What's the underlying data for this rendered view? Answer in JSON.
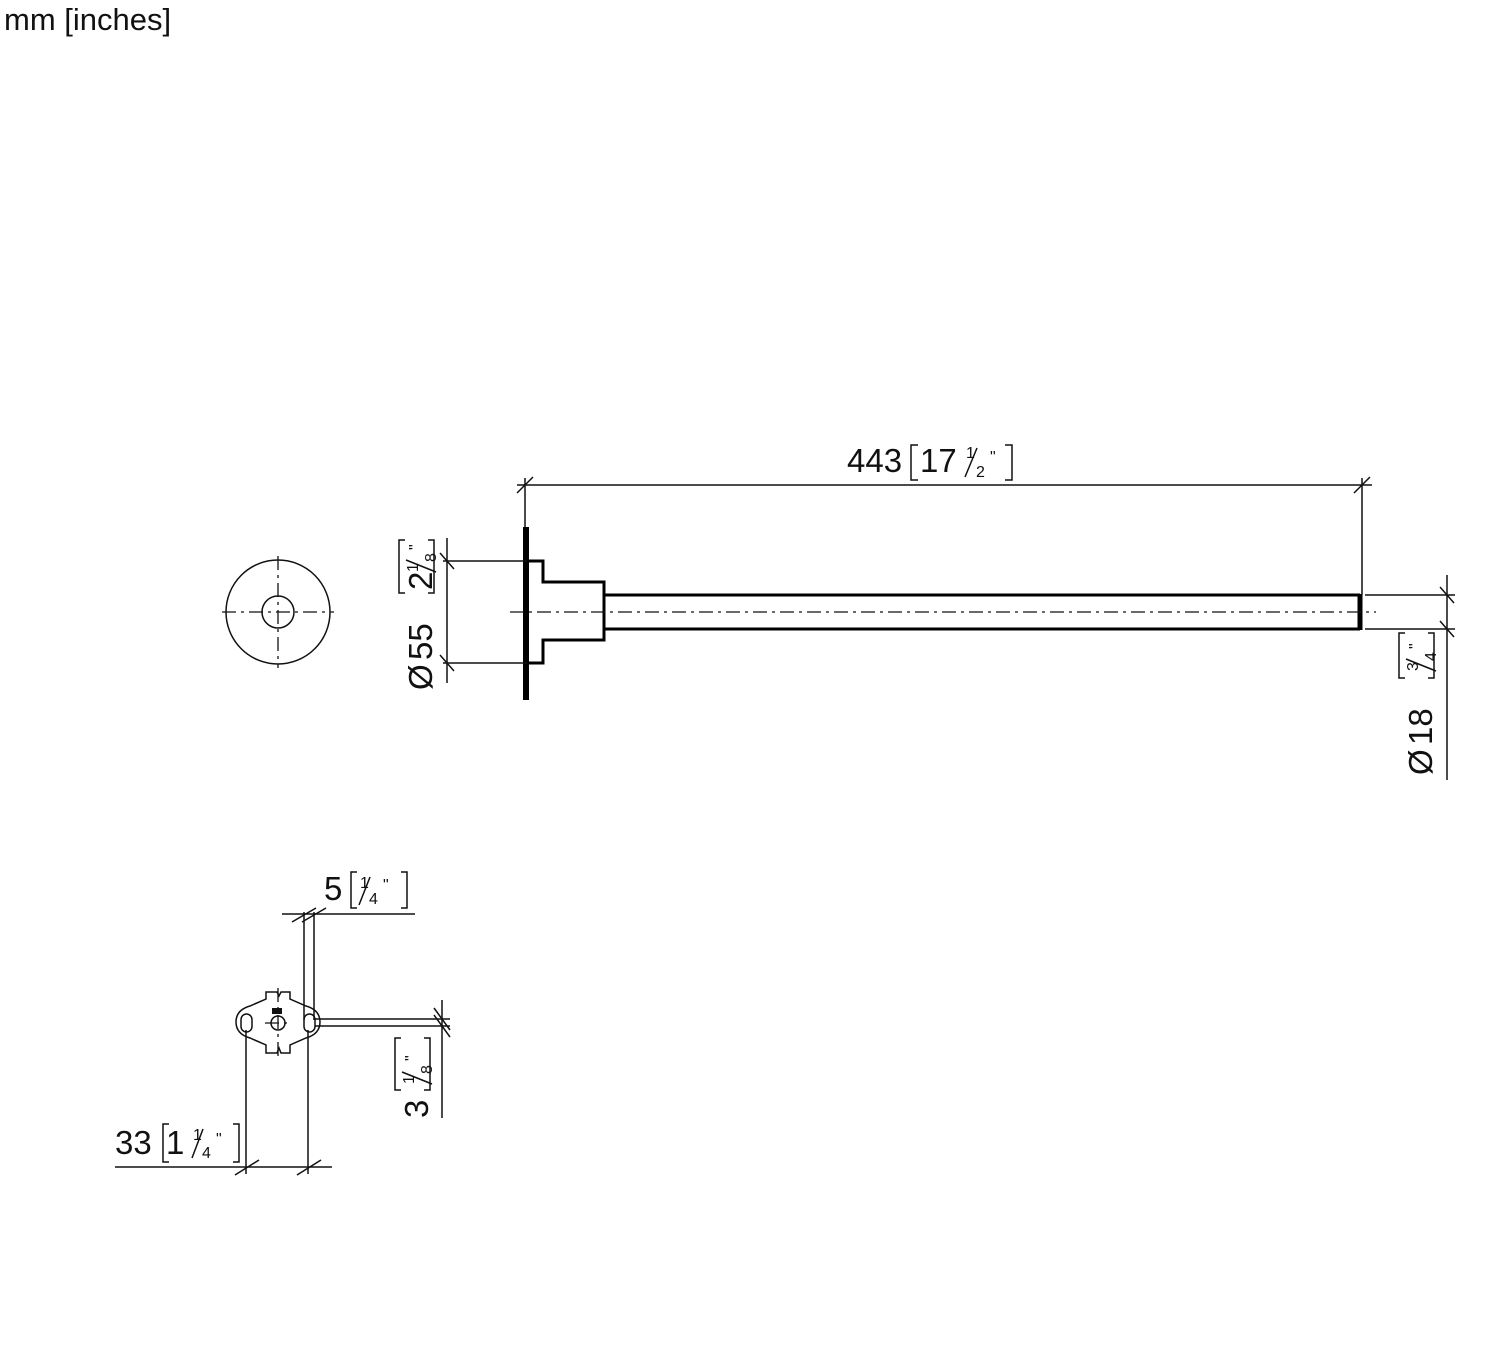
{
  "units_label": "mm [inches]",
  "dimensions": {
    "length": {
      "mm": "443",
      "whole": "17",
      "num": "1",
      "den": "2",
      "unit": "\""
    },
    "flange_diameter": {
      "symbol": "Ø",
      "mm": "55",
      "whole": "2",
      "num": "1",
      "den": "8",
      "unit": "\""
    },
    "tube_diameter": {
      "symbol": "Ø",
      "mm": "18",
      "whole": "",
      "num": "3",
      "den": "4",
      "unit": "\""
    },
    "plate_thickness": {
      "mm": "5",
      "whole": "",
      "num": "1",
      "den": "4",
      "unit": "\""
    },
    "slot_width": {
      "mm": "3",
      "whole": "",
      "num": "1",
      "den": "8",
      "unit": "\""
    },
    "hole_spacing": {
      "mm": "33",
      "whole": "1",
      "num": "1",
      "den": "4",
      "unit": "\""
    }
  }
}
